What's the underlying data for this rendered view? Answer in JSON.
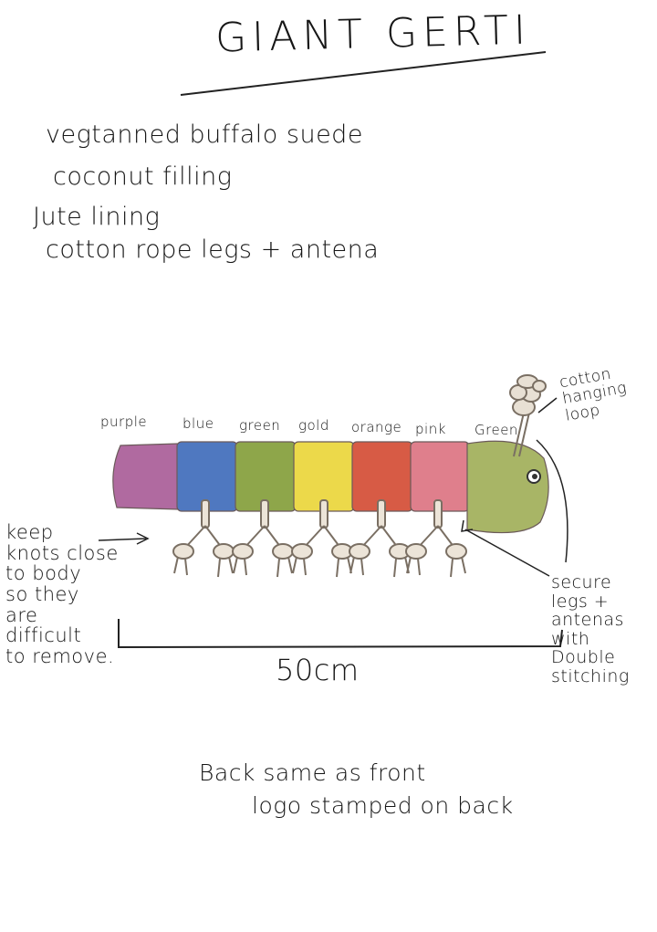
{
  "title": "GIANT GERTI",
  "materials": [
    "vegtanned buffalo suede",
    "coconut filling",
    "Jute lining",
    "cotton rope legs + antena"
  ],
  "segments": [
    {
      "label": "purple",
      "color": "#b06aa0"
    },
    {
      "label": "blue",
      "color": "#4f78c0"
    },
    {
      "label": "green",
      "color": "#8ea64a"
    },
    {
      "label": "gold",
      "color": "#ecd94a"
    },
    {
      "label": "orange",
      "color": "#d75b45"
    },
    {
      "label": "pink",
      "color": "#df7f8c"
    },
    {
      "label": "Green",
      "color": "#a8b566"
    }
  ],
  "notes": {
    "hanging_loop": "cotton\nhanging\nloop",
    "knots": "keep\nknots close\nto body\nso they\nare\ndifficult\nto remove.",
    "stitching": "secure\nlegs +\nantenas\nwith\nDouble\nstitching"
  },
  "measurement": "50cm",
  "footer": {
    "line1": "Back same as front",
    "line2": "logo stamped on back"
  }
}
